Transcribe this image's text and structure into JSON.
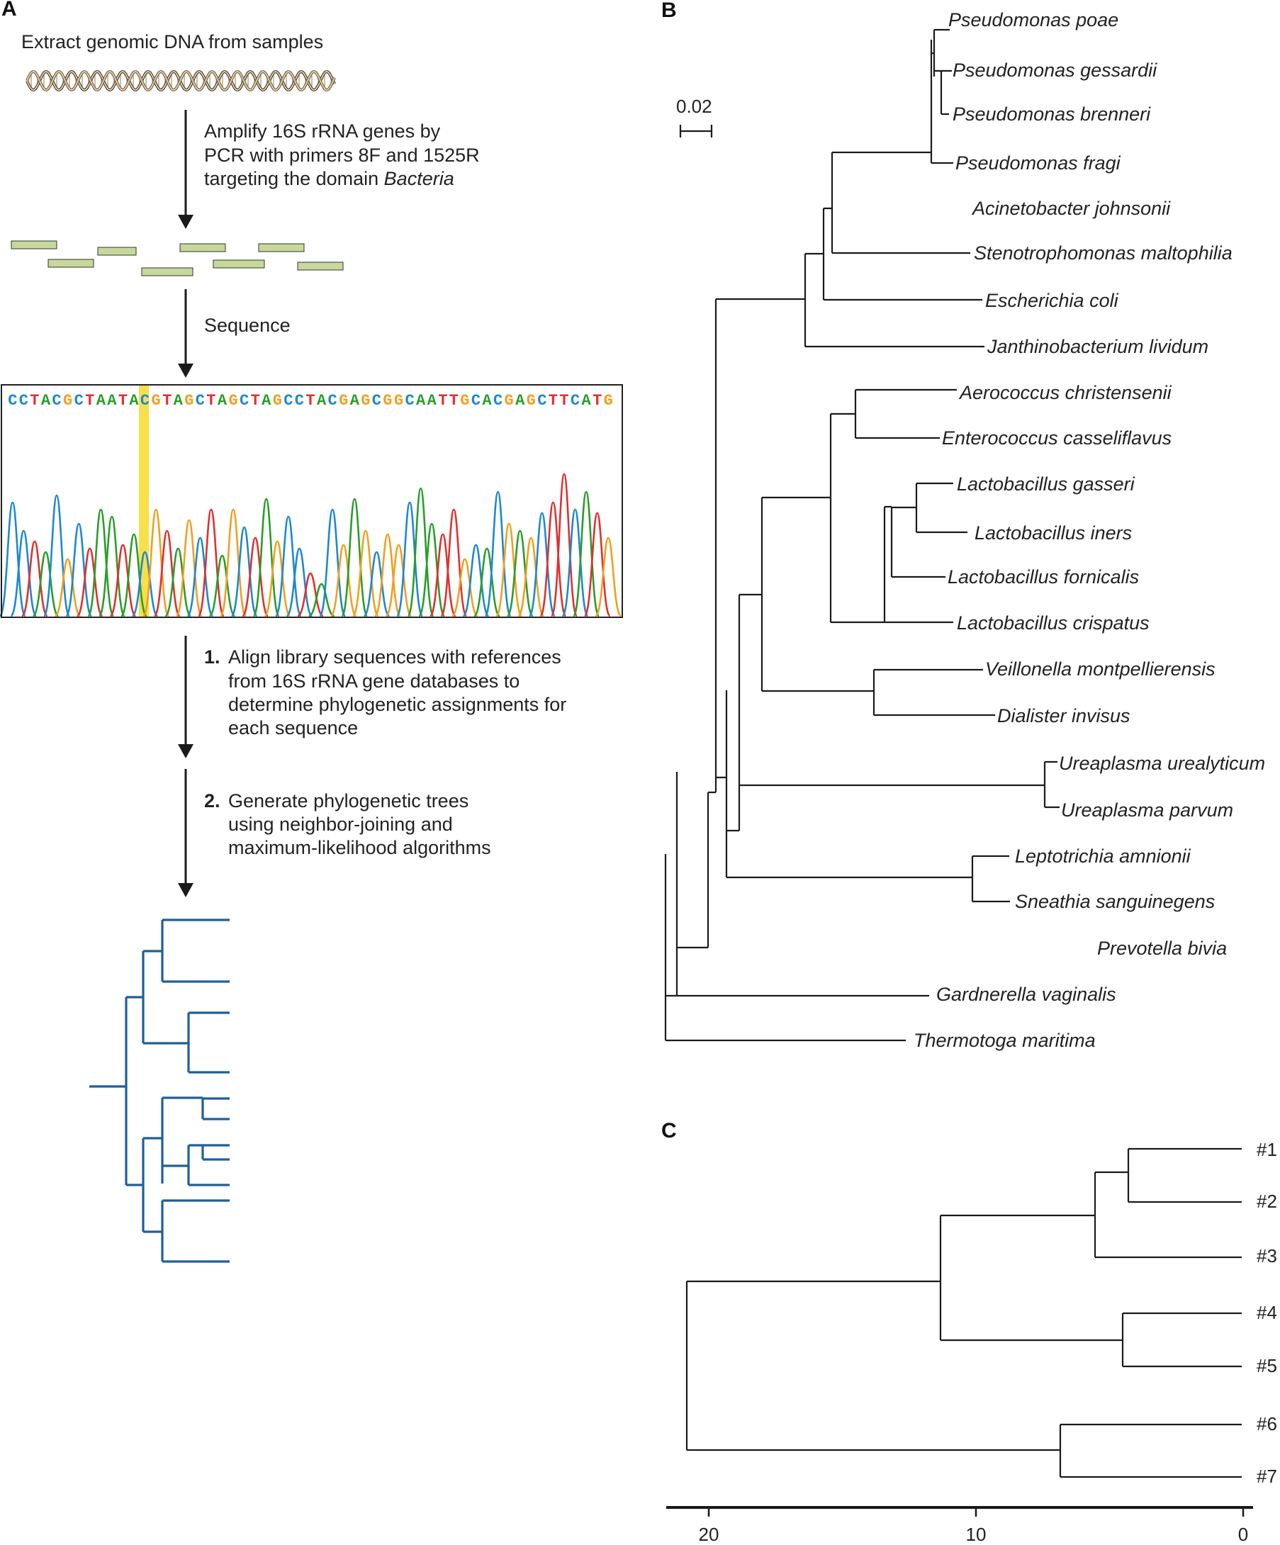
{
  "panel_a": {
    "letter": "A",
    "extract_text": "Extract genomic DNA from samples",
    "amplify_lines": [
      "Amplify 16S rRNA genes by",
      "PCR with primers 8F and 1525R",
      "targeting the domain "
    ],
    "amplify_italic": "Bacteria",
    "sequence_text": "Sequence",
    "sequence_read": "CCTACGCTAATACGTAGCTAGCTAGCCTACGAGCGGCAATTGCACGAGCTTCATG",
    "base_colors": {
      "A": "#2a9d2a",
      "C": "#1e88d0",
      "G": "#f0a020",
      "T": "#e03030"
    },
    "highlight_color": "#f7e04a",
    "amplicon_color": "#c6d89a",
    "step1_num": "1.",
    "step1_lines": [
      "Align library sequences with references",
      "from 16S rRNA gene databases to",
      "determine phylogenetic assignments for",
      "each sequence"
    ],
    "step2_num": "2.",
    "step2_lines": [
      "Generate phylogenetic trees",
      "using neighbor-joining and",
      "maximum-likelihood algorithms"
    ],
    "tree_color": "#1f5f99"
  },
  "panel_b": {
    "letter": "B",
    "scale_label": "0.02",
    "taxa": [
      "Pseudomonas poae",
      "Pseudomonas gessardii",
      "Pseudomonas brenneri",
      "Pseudomonas fragi",
      "Acinetobacter johnsonii",
      "Stenotrophomonas maltophilia",
      "Escherichia coli",
      "Janthinobacterium lividum",
      "Aerococcus christensenii",
      "Enterococcus casseliflavus",
      "Lactobacillus gasseri",
      "Lactobacillus iners",
      "Lactobacillus fornicalis",
      "Lactobacillus crispatus",
      "Veillonella montpellierensis",
      "Dialister invisus",
      "Ureaplasma urealyticum",
      "Ureaplasma parvum",
      "Leptotrichia amnionii",
      "Sneathia sanguinegens",
      "Prevotella bivia",
      "Gardnerella vaginalis",
      "Thermotoga maritima"
    ]
  },
  "panel_c": {
    "letter": "C",
    "samples": [
      "#1",
      "#2",
      "#3",
      "#4",
      "#5",
      "#6",
      "#7"
    ],
    "axis_ticks": [
      "20",
      "10",
      "0"
    ]
  }
}
